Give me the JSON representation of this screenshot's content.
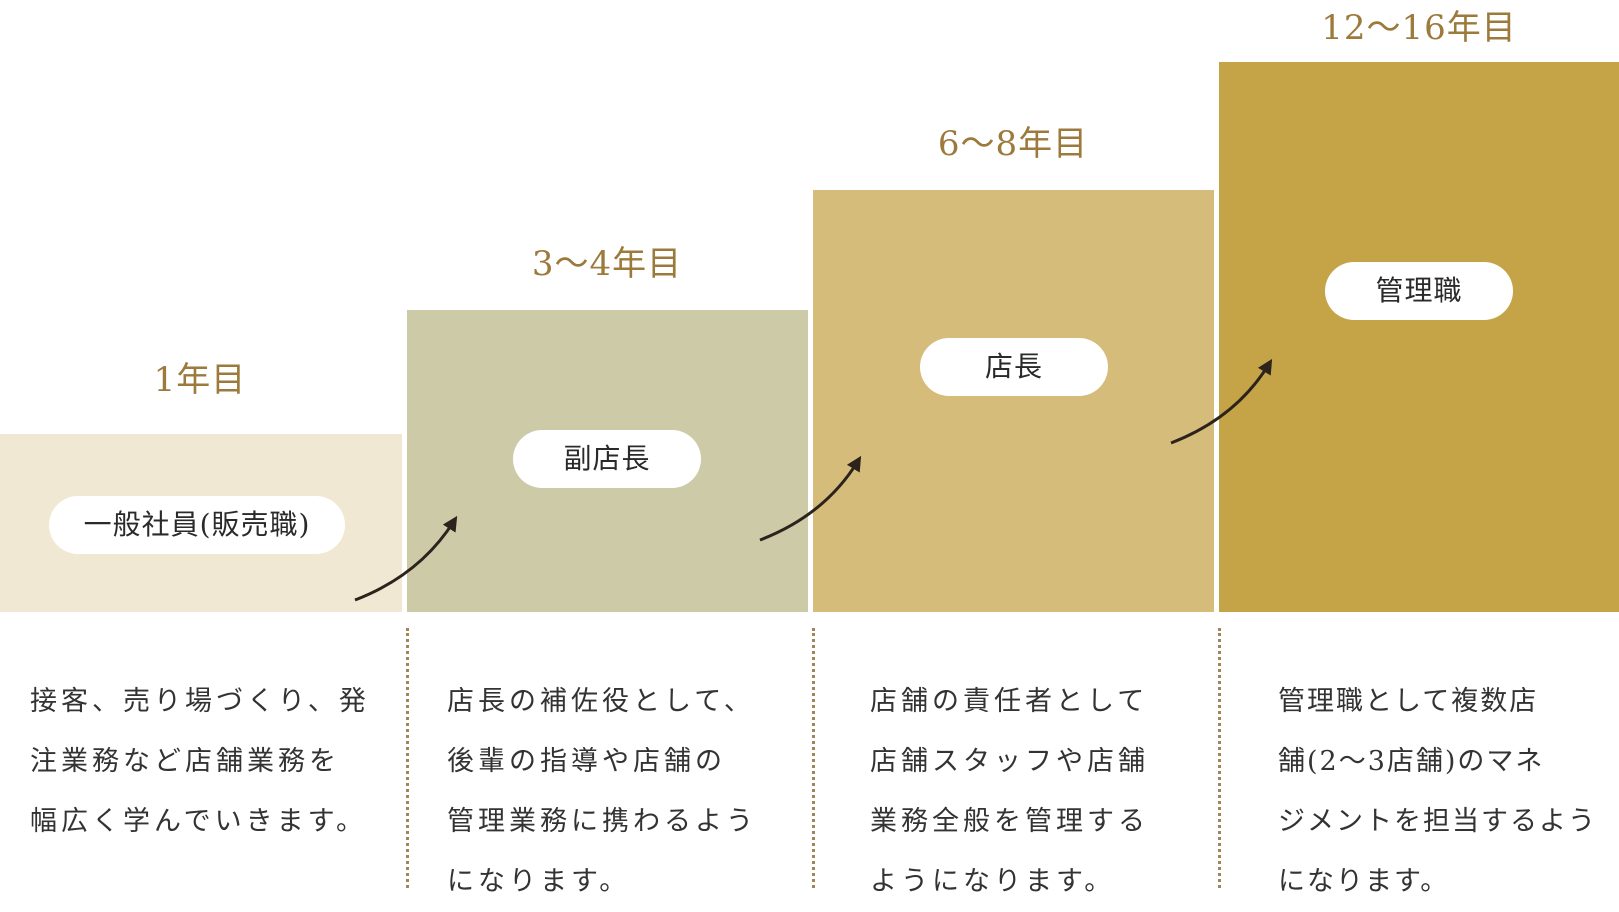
{
  "colors": {
    "year_text": "#9b7a3c",
    "block_1": "#f0e8d2",
    "block_2": "#cdcaa8",
    "block_3": "#d6bc7a",
    "block_4": "#c5a448",
    "arrow": "#2b231c",
    "divider": "#a0845a"
  },
  "stages": [
    {
      "year": "1年目",
      "role": "一般社員(販売職)",
      "description": [
        "接客、売り場づくり、発",
        "注業務など店舗業務を",
        "幅広く学んでいきます。"
      ]
    },
    {
      "year": "3〜4年目",
      "role": "副店長",
      "description": [
        "店長の補佐役として、",
        "後輩の指導や店舗の",
        "管理業務に携わるよう",
        "になります。"
      ]
    },
    {
      "year": "6〜8年目",
      "role": "店長",
      "description": [
        "店舗の責任者として",
        "店舗スタッフや店舗",
        "業務全般を管理する",
        "ようになります。"
      ]
    },
    {
      "year": "12〜16年目",
      "role": "管理職",
      "description": [
        "管理職として複数店",
        "舗(2〜3店舗)のマネ",
        "ジメントを担当するよう",
        "になります。"
      ]
    }
  ]
}
